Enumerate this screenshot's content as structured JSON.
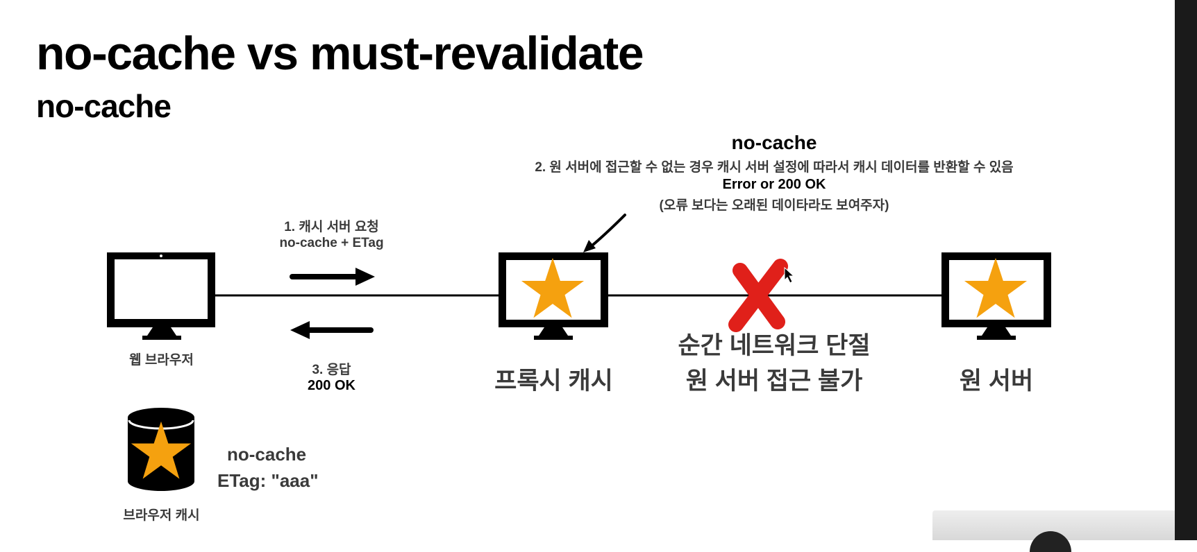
{
  "slide": {
    "title": "no-cache vs must-revalidate",
    "subtitle": "no-cache"
  },
  "top_note": {
    "heading": "no-cache",
    "line": "2. 원 서버에 접근할 수 없는 경우 캐시 서버 설정에 따라서 캐시 데이터를 반환할 수 있음",
    "result": "Error or 200 OK",
    "comment": "(오류 보다는 오래된 데이타라도 보여주자)"
  },
  "request": {
    "label": "1. 캐시 서버 요청",
    "headers": "no-cache + ETag"
  },
  "response": {
    "label": "3. 응답",
    "status": "200 OK"
  },
  "nodes": {
    "browser": "웹 브라우저",
    "proxy": "프록시 캐시",
    "origin": "원 서버"
  },
  "disconnect": {
    "line1": "순간 네트워크 단절",
    "line2": "원 서버 접근 불가"
  },
  "browser_cache": {
    "label": "브라우저 캐시",
    "directive": "no-cache",
    "etag": "ETag: \"aaa\""
  },
  "colors": {
    "star": "#f5a10f",
    "cross": "#e0201a",
    "ink": "#000000"
  }
}
